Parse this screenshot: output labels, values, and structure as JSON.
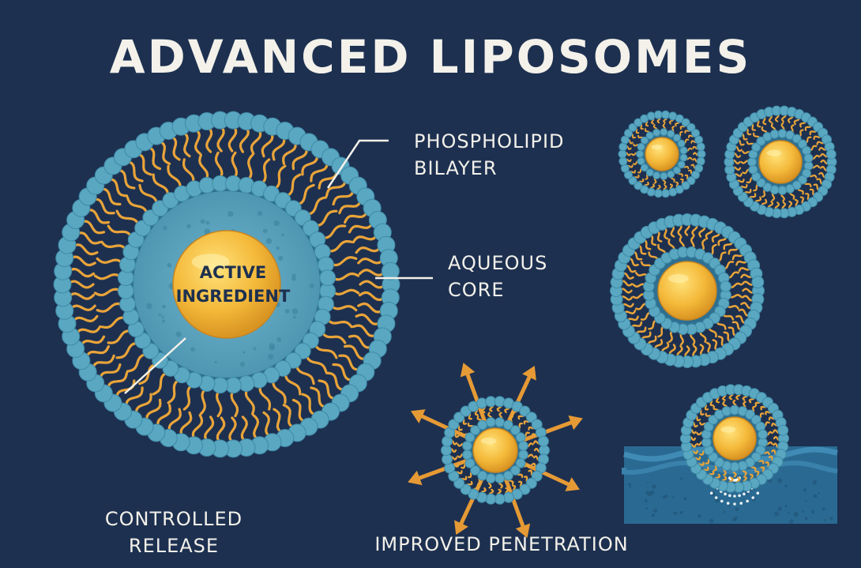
{
  "title": "ADVANCED LIPOSOMES",
  "labels": {
    "bilayer": [
      "PHOSPHOLIPID",
      "BILAYER"
    ],
    "core": [
      "AQUEOUS",
      "CORE"
    ],
    "active": [
      "ACTIVE",
      "INGREDIENT"
    ],
    "release": [
      "CONTROLLED",
      "RELEASE"
    ],
    "penetration": "IMPROVED PENETRATION"
  },
  "colors": {
    "background": "#1d3050",
    "head": "#5aa7c2",
    "tail": "#e9a43a",
    "aqueous": "#4c95b2",
    "core": "#f1b73a",
    "text": "#f3f1ea",
    "arrow": "#e69a35",
    "skin": "#2f6f98"
  }
}
